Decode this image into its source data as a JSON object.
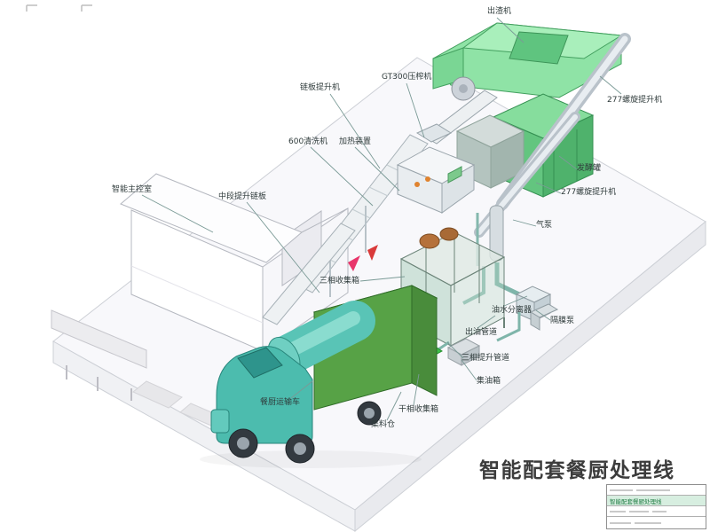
{
  "diagram": {
    "title": "智能配套餐厨处理线",
    "labels": [
      {
        "text": "出渣机"
      },
      {
        "text": "277螺旋提升机"
      },
      {
        "text": "链板提升机"
      },
      {
        "text": "GT300压榨机"
      },
      {
        "text": "600清洗机"
      },
      {
        "text": "加热装置"
      },
      {
        "text": "智能主控室"
      },
      {
        "text": "中段提升链板"
      },
      {
        "text": "发酵罐"
      },
      {
        "text": "277螺旋提升机"
      },
      {
        "text": "气泵"
      },
      {
        "text": "三相收集箱"
      },
      {
        "text": "油水分离器"
      },
      {
        "text": "隔膜泵"
      },
      {
        "text": "出油管道"
      },
      {
        "text": "三相提升管道"
      },
      {
        "text": "集油箱"
      },
      {
        "text": "餐厨运输车"
      },
      {
        "text": "干相收集箱"
      },
      {
        "text": "集料仓"
      }
    ],
    "title_block": {
      "project": "智能配套餐厨处理线"
    }
  }
}
